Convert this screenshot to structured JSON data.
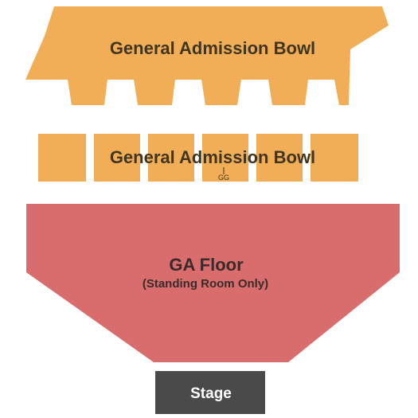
{
  "sections": {
    "upper_bowl": {
      "label": "General Admission Bowl",
      "color": "#F2AE56"
    },
    "lower_bowl": {
      "label": "General Admission Bowl",
      "color": "#F2AE56"
    },
    "floor": {
      "label": "GA Floor",
      "sublabel": "(Standing Room Only)",
      "color": "#D96D6D"
    },
    "stage": {
      "label": "Stage",
      "color": "#4A4A4A"
    }
  },
  "markers": {
    "gate_label": "GG"
  },
  "colors": {
    "label_text": "#3F3520",
    "floor_text": "#3A2A2A",
    "stage_text": "#FFFFFF",
    "background": "#FFFFFF"
  }
}
